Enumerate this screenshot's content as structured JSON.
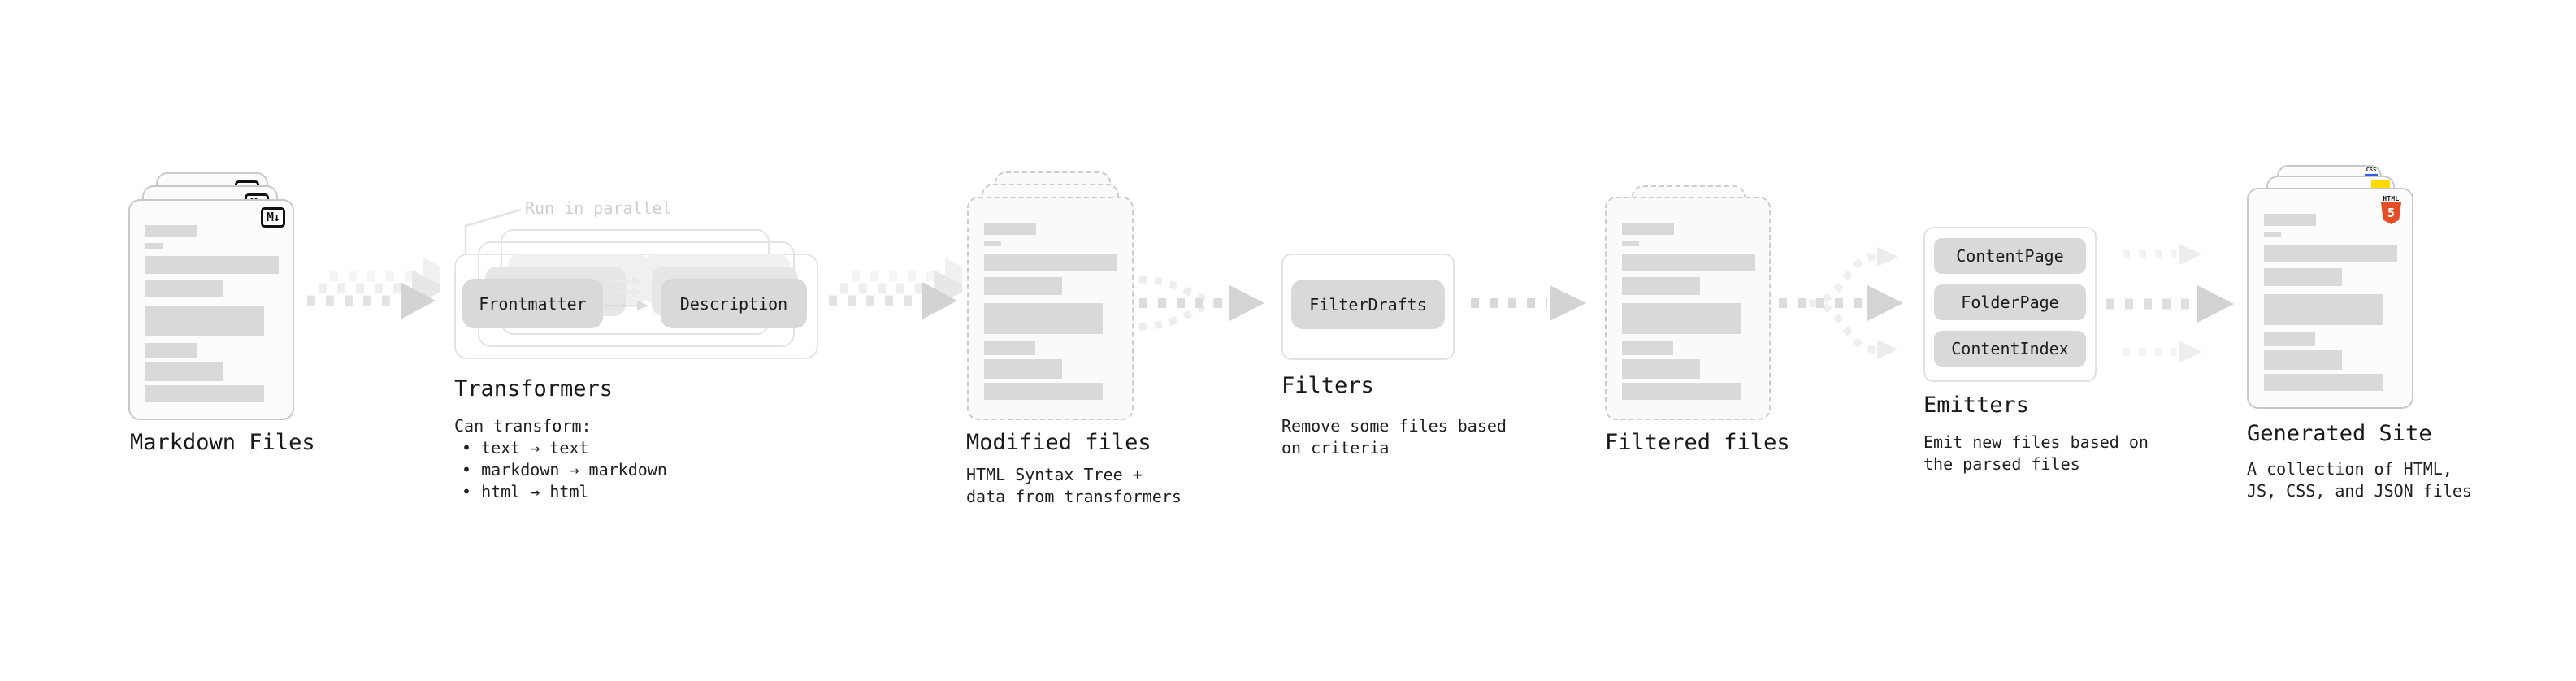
{
  "palette": {
    "html5_orange": "#e44d26",
    "js_yellow": "#ffd900",
    "css_blue": "#2962f5",
    "chip_gray": "#d9d9d9",
    "text_dark": "#1c1c1c",
    "annotation_gray": "#cecece"
  },
  "stages": {
    "markdown": {
      "title": "Markdown Files",
      "badge": "M↓"
    },
    "transformers": {
      "annotation": "Run in parallel",
      "chip_frontmatter": "Frontmatter",
      "chip_description": "Description",
      "title": "Transformers",
      "desc_heading": "Can transform:",
      "bullets": [
        "• text → text",
        "• markdown → markdown",
        "• html → html"
      ]
    },
    "modified": {
      "title": "Modified files",
      "desc_line1": "HTML Syntax Tree +",
      "desc_line2": "data from transformers"
    },
    "filters": {
      "title": "Filters",
      "chip_filterdrafts": "FilterDrafts",
      "desc_line1": "Remove some files based",
      "desc_line2": "on criteria"
    },
    "filtered": {
      "title": "Filtered files"
    },
    "emitters": {
      "title": "Emitters",
      "chip_contentpage": "ContentPage",
      "chip_folderpage": "FolderPage",
      "chip_contentindex": "ContentIndex",
      "desc_line1": "Emit new files based on",
      "desc_line2": "the parsed files"
    },
    "generated": {
      "title": "Generated Site",
      "badge_css": "CSS",
      "badge_html_word": "HTML",
      "badge_html_five": "5",
      "desc_line1": "A collection of HTML,",
      "desc_line2": "JS, CSS, and JSON files"
    }
  }
}
